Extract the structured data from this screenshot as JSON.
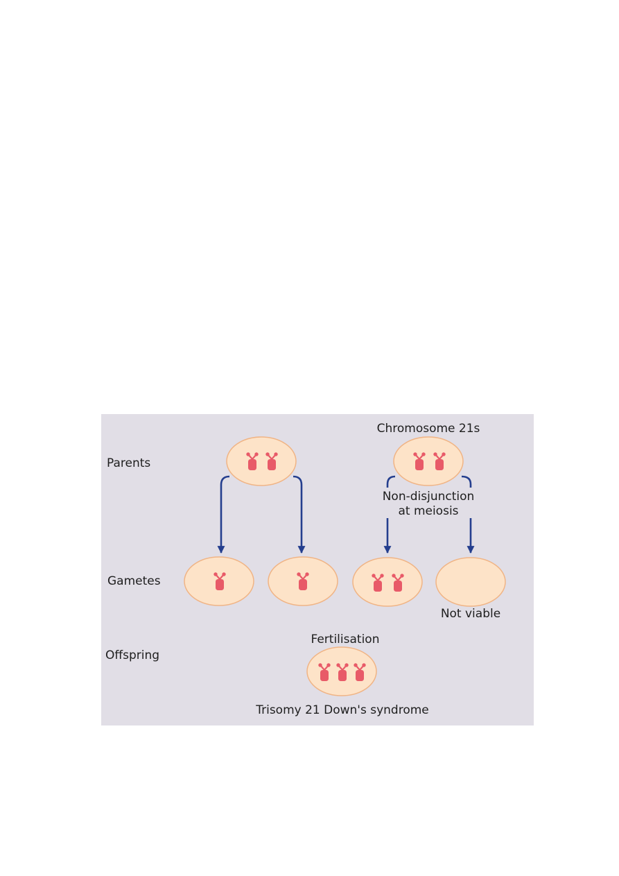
{
  "diagram": {
    "row_labels": {
      "parents": "Parents",
      "gametes": "Gametes",
      "offspring": "Offspring"
    },
    "labels": {
      "chromosome": "Chromosome 21s",
      "nondisjunction_line1": "Non-disjunction",
      "nondisjunction_line2": "at meiosis",
      "not_viable": "Not viable",
      "fertilisation": "Fertilisation",
      "trisomy": "Trisomy 21 Down's syndrome"
    },
    "colors": {
      "panel_background": "#e1dee6",
      "cell_fill": "#fde3c8",
      "cell_border": "#f0b485",
      "chromosome": "#e85a68",
      "arrow": "#243e8e"
    }
  }
}
